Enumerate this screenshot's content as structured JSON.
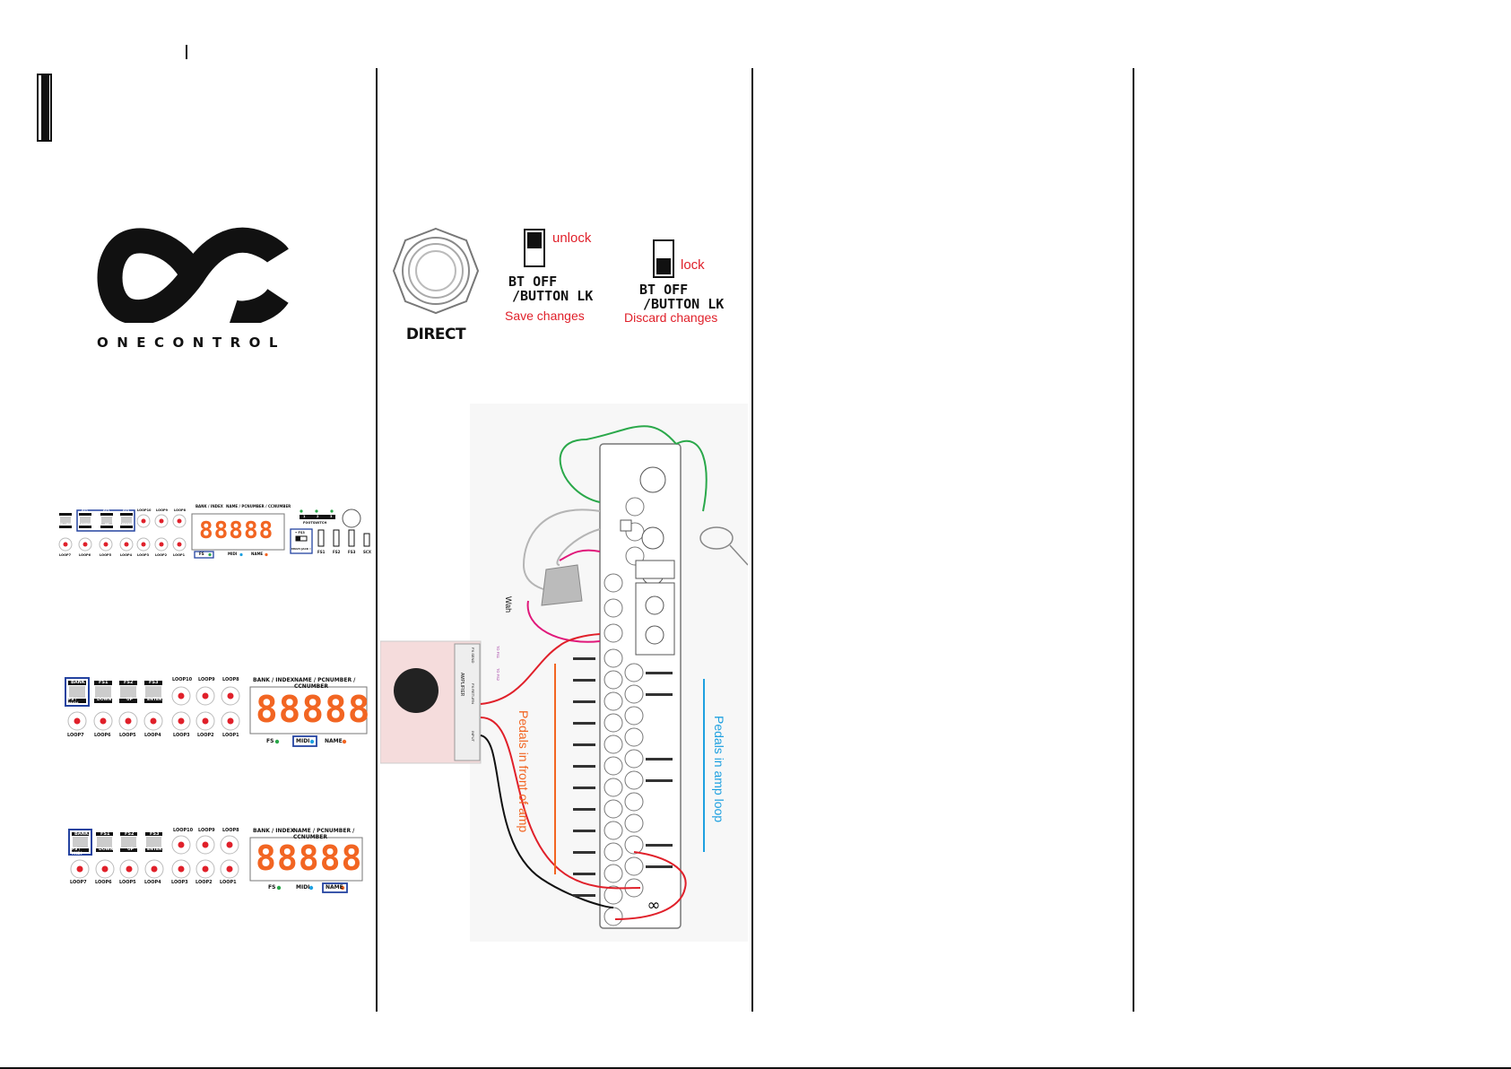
{
  "logo": {
    "wordmark": "ONECONTROL"
  },
  "switches": {
    "direct_label": "DIRECT",
    "unlock": {
      "state": "unlock",
      "label_line1": "BT OFF",
      "label_line2": "/BUTTON LK",
      "caption": "Save changes"
    },
    "lock": {
      "state": "lock",
      "label_line1": "BT OFF",
      "label_line2": "/BUTTON LK",
      "caption": "Discard changes"
    }
  },
  "panels": [
    {
      "top_buttons": [
        "BANK",
        "FS1",
        "FS2",
        "FS3"
      ],
      "top_buttons_sub": [
        "FS / MIDI",
        "DOWN",
        "UP",
        "ENTER"
      ],
      "top_loops": [
        "LOOP10",
        "LOOP9",
        "LOOP8"
      ],
      "bottom_loops": [
        "LOOP7",
        "LOOP6",
        "LOOP5",
        "LOOP4",
        "LOOP3",
        "LOOP2",
        "LOOP1"
      ],
      "display_header": [
        "BANK / INDEX",
        "NAME / PCNUMBER / CCNUMBER"
      ],
      "display_digits": "88888",
      "indicators": [
        "FS",
        "MIDI",
        "NAME"
      ],
      "footswitch_label": "FOOTSWITCH",
      "footswitch_numbers": [
        "1",
        "2",
        "3"
      ],
      "fs_jacks": [
        "FS1",
        "FS2",
        "FS3",
        "SCX"
      ],
      "selector_top": "• FS3",
      "selector_bottom": "MULTI JACK •"
    },
    {
      "top_buttons": [
        "BANK",
        "FS1",
        "FS2",
        "FS3"
      ],
      "top_buttons_sub": [
        "FS / MIDI",
        "DOWN",
        "UP",
        "ENTER"
      ],
      "top_loops": [
        "LOOP10",
        "LOOP9",
        "LOOP8"
      ],
      "bottom_loops": [
        "LOOP7",
        "LOOP6",
        "LOOP5",
        "LOOP4",
        "LOOP3",
        "LOOP2",
        "LOOP1"
      ],
      "display_header": [
        "BANK / INDEX",
        "NAME / PCNUMBER / CCNUMBER"
      ],
      "display_digits": "88888",
      "indicators": [
        "FS",
        "MIDI",
        "NAME"
      ]
    },
    {
      "top_buttons": [
        "BANK",
        "FS1",
        "FS2",
        "FS3"
      ],
      "top_buttons_sub": [
        "FS / MIDI",
        "DOWN",
        "UP",
        "ENTER"
      ],
      "top_loops": [
        "LOOP10",
        "LOOP9",
        "LOOP8"
      ],
      "bottom_loops": [
        "LOOP7",
        "LOOP6",
        "LOOP5",
        "LOOP4",
        "LOOP3",
        "LOOP2",
        "LOOP1"
      ],
      "display_header": [
        "BANK / INDEX",
        "NAME / PCNUMBER / CCNUMBER"
      ],
      "display_digits": "88888",
      "indicators": [
        "FS",
        "MIDI",
        "NAME"
      ]
    }
  ],
  "wiring": {
    "pedals_front": "Pedals in front of amp",
    "pedals_loop": "Pedals in amp loop",
    "wah": "Wah",
    "amplifier": "AMPLIFIER",
    "amp_jacks": [
      "FX SEND",
      "FX RETURN",
      "INPUT"
    ],
    "to_fs": [
      "TO FS1",
      "TO FS2"
    ],
    "colors": {
      "green": "#2aa84a",
      "gray": "#b5b5b5",
      "magenta": "#e0187a",
      "red": "#e0202a",
      "black": "#111111",
      "orange": "#f26522",
      "blue": "#1ea0e0"
    }
  }
}
